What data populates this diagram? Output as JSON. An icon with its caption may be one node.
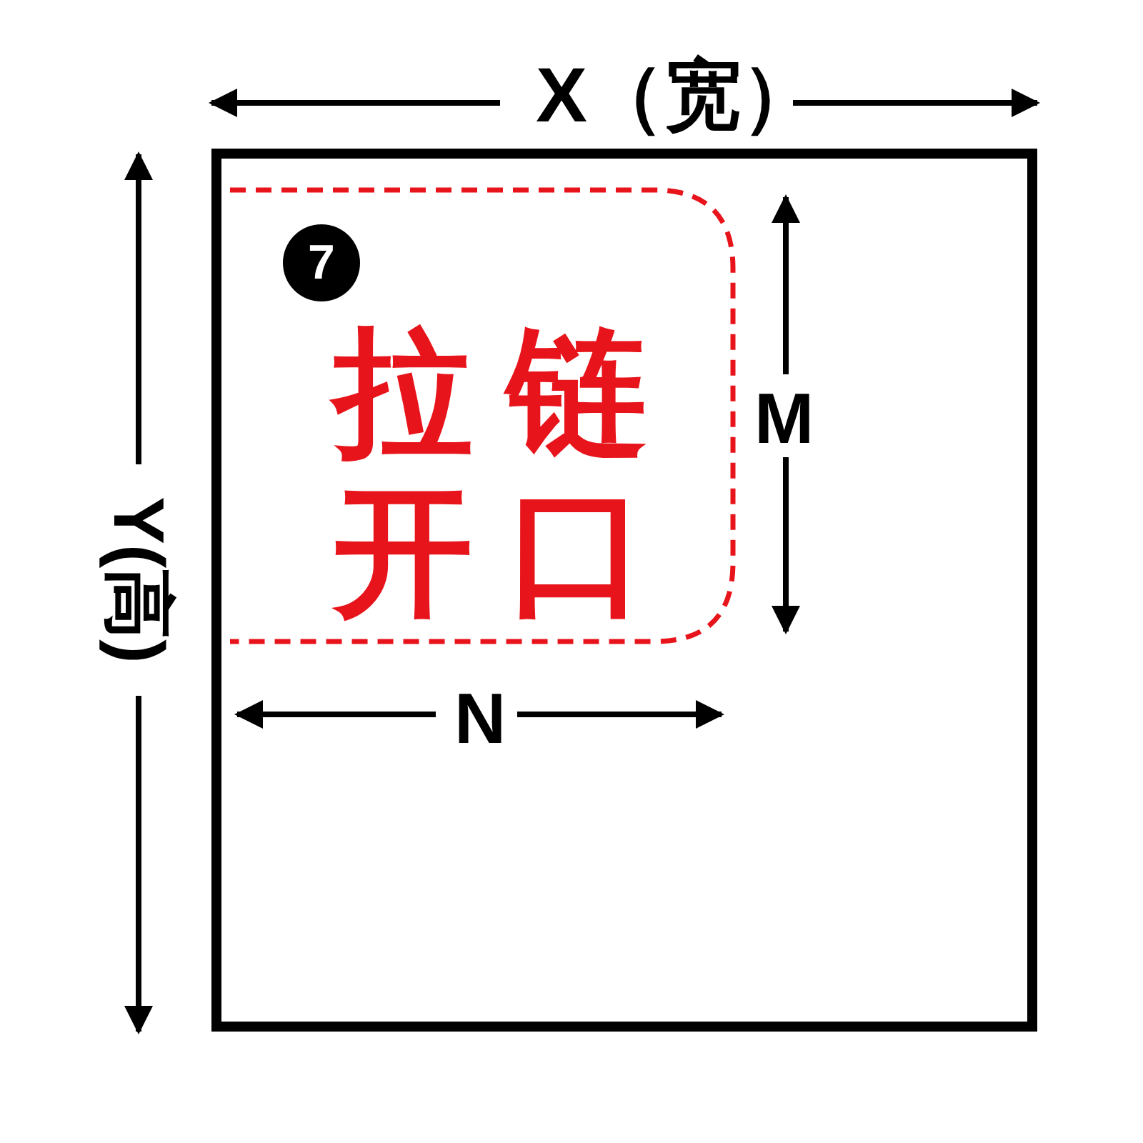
{
  "diagram": {
    "nodes": [
      {
        "text": [],
        "shape": "box"
      },
      {
        "text": [
          "拉链开口"
        ],
        "in": 0
      }
    ],
    "edges": [],
    "labels": [
      "X（宽）",
      "7",
      "M",
      "Y(高)",
      "N"
    ]
  }
}
